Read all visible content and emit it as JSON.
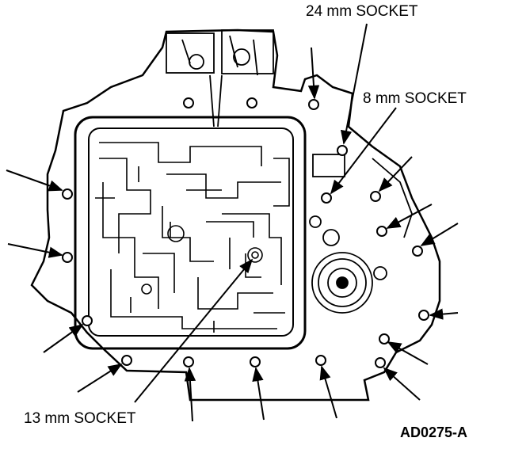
{
  "labels": {
    "socket_24": "24 mm SOCKET",
    "socket_8": "8 mm SOCKET",
    "socket_13": "13 mm SOCKET",
    "figure_code": "AD0275-A"
  },
  "colors": {
    "ink": "#000000",
    "background": "#ffffff"
  }
}
